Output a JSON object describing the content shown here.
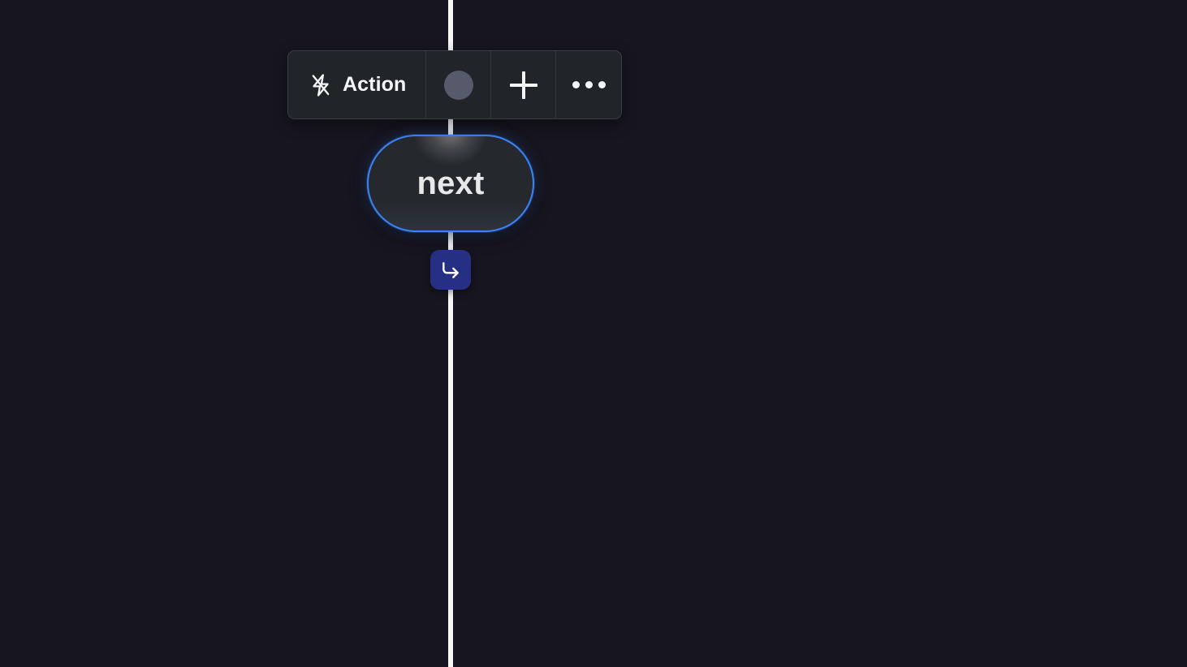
{
  "canvas": {
    "background_color": "#17151f",
    "edge_color": "#f7f7f8"
  },
  "node_toolbar": {
    "background_color": "#212428",
    "border_color": "#3a3e45",
    "buttons": [
      {
        "id": "action",
        "label": "Action",
        "icon": "zap-icon",
        "has_label": true
      },
      {
        "id": "state",
        "label": "",
        "icon": "filled-circle-icon",
        "has_label": false,
        "color": "#565a6b"
      },
      {
        "id": "add",
        "label": "",
        "icon": "plus-icon",
        "has_label": false
      },
      {
        "id": "more",
        "label": "",
        "icon": "ellipsis-icon",
        "has_label": false
      }
    ]
  },
  "flow": {
    "selected_node": {
      "label": "next",
      "selected": true,
      "accent_color": "#3b82f6",
      "fill_color": "#25282d"
    },
    "branch_button": {
      "icon": "corner-down-right-arrow-icon",
      "color": "#253084",
      "label": ""
    }
  }
}
